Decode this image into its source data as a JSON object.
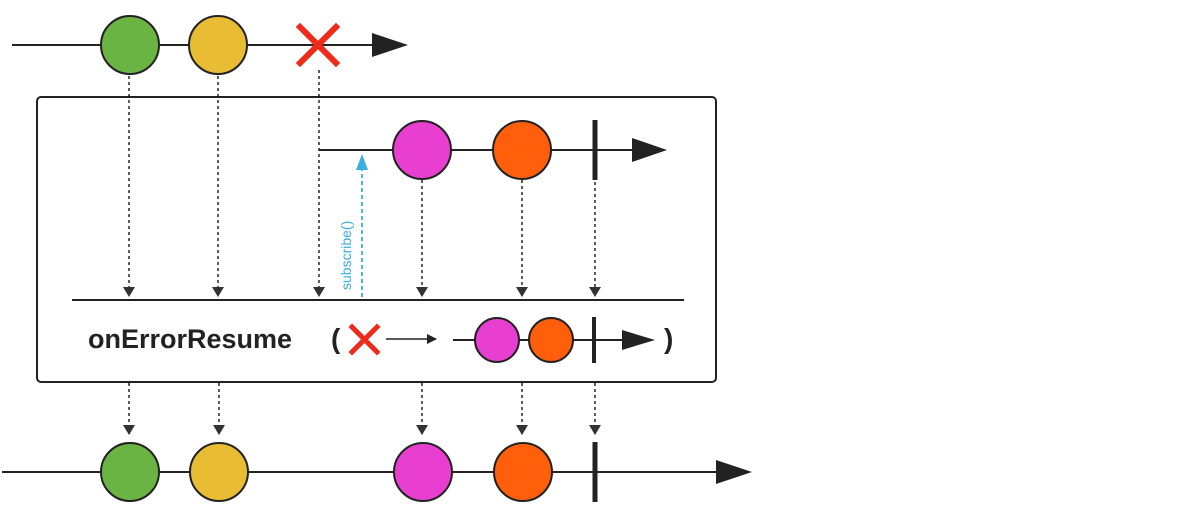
{
  "operator": {
    "name": "onErrorResume",
    "open_paren": "(",
    "close_paren": ")"
  },
  "inner": {
    "subscribe_label": "subscribe()"
  },
  "colors": {
    "green": "#6ab443",
    "yellow": "#e8bc33",
    "magenta": "#e83fd0",
    "orange": "#ff5e0a",
    "error_red": "#ee2a1a",
    "subscribe_blue": "#3aaee0",
    "line": "#222222"
  },
  "sequences": {
    "source": [
      "green",
      "yellow",
      "error"
    ],
    "fallback": [
      "magenta",
      "orange",
      "complete"
    ],
    "result": [
      "green",
      "yellow",
      "magenta",
      "orange",
      "complete"
    ]
  },
  "icons": {
    "error": "x-icon",
    "complete": "complete-bar",
    "end": "arrow-head"
  }
}
